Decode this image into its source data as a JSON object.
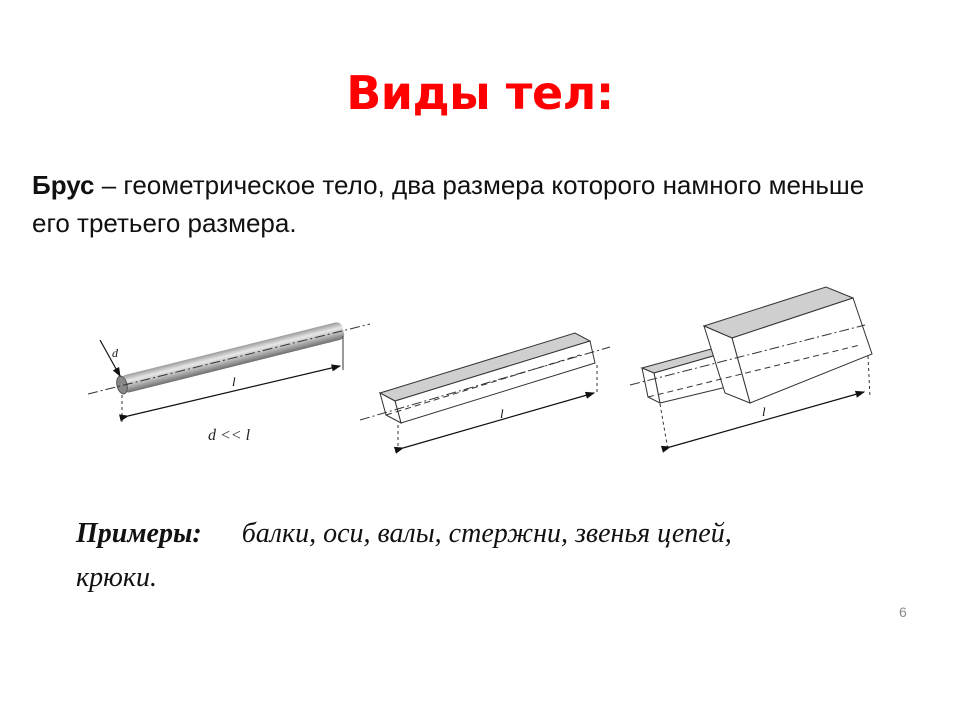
{
  "slide": {
    "title": "Виды тел:",
    "title_color": "#ff0000",
    "definition": {
      "term": "Брус",
      "dash": " – ",
      "line1_rest": "геометрическое тело, два размера которого намного меньше",
      "line2": "его третьего размера."
    },
    "figures": [
      {
        "name": "round-bar",
        "labels": {
          "diameter": "d",
          "length": "l",
          "relation": "d << l"
        }
      },
      {
        "name": "square-bar",
        "labels": {
          "length": "l"
        }
      },
      {
        "name": "stepped-bar",
        "labels": {
          "length": "l"
        }
      }
    ],
    "examples": {
      "label": "Примеры:",
      "line1": "балки, оси, валы, стержни, звенья цепей,",
      "line2": "крюки."
    },
    "page_number": "6"
  }
}
